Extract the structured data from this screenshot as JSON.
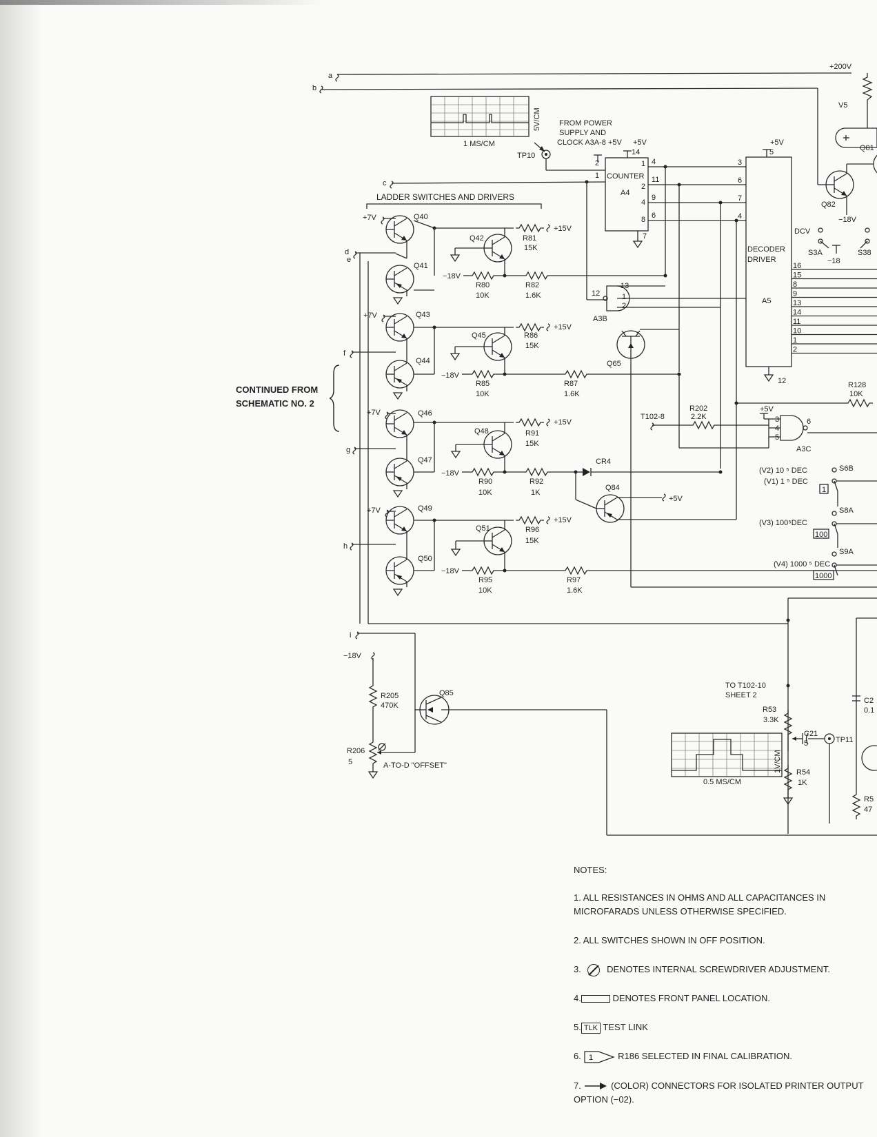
{
  "continued_from": [
    "CONTINUED FROM",
    "SCHEMATIC NO. 2"
  ],
  "section_title": "LADDER SWITCHES AND DRIVERS",
  "inputs": [
    "a",
    "b",
    "c",
    "d",
    "e",
    "f",
    "g",
    "h",
    "i"
  ],
  "scope1": {
    "scale_v": "5V/CM",
    "scale_t": "1 MS/CM",
    "point": "TP10"
  },
  "scope2": {
    "scale_v": "1V/CM",
    "scale_t": "0.5 MS/CM",
    "point": "TP11"
  },
  "from_power": [
    "FROM POWER",
    "SUPPLY AND",
    "CLOCK A3A-8 +5V"
  ],
  "counter": {
    "name": "COUNTER",
    "ref": "A4"
  },
  "decoder": {
    "name1": "DECODER",
    "name2": "DRIVER",
    "ref": "A5"
  },
  "decoder_pins": [
    "16",
    "15",
    "8",
    "9",
    "13",
    "14",
    "11",
    "10",
    "1",
    "2"
  ],
  "transistors": [
    "Q40",
    "Q41",
    "Q42",
    "Q43",
    "Q44",
    "Q45",
    "Q46",
    "Q47",
    "Q48",
    "Q49",
    "Q50",
    "Q51",
    "Q65",
    "Q84",
    "Q85",
    "Q82",
    "Q81"
  ],
  "resistors": {
    "R81": "15K",
    "R80": "10K",
    "R82": "1.6K",
    "R86": "15K",
    "R85": "10K",
    "R87": "1.6K",
    "R91": "15K",
    "R90": "10K",
    "R92": "1K",
    "R96": "15K",
    "R95": "10K",
    "R97": "1.6K",
    "R202": "2.2K",
    "R128": "10K",
    "R205": "470K",
    "R206": "5",
    "R53": "3.3K",
    "R54": "1K"
  },
  "supplies": {
    "p7": "+7V",
    "p15": "+15V",
    "m18": "−18V",
    "p5": "+5V",
    "p200": "+200V",
    "m18b": "−18"
  },
  "gates": {
    "a3b": "A3B",
    "a3c": "A3C"
  },
  "cr4": "CR4",
  "t102_8": "T102-8",
  "to_t102": [
    "TO T102-10",
    "SHEET 2"
  ],
  "offset_label": "A-TO-D \"OFFSET\"",
  "c21": {
    "ref": "C21",
    "val": "5"
  },
  "v5": "V5",
  "dcv": "DCV",
  "s3a": "S3A",
  "s38": "S38",
  "switches": [
    {
      "v": "(V2) 10 ⁵ DEC",
      "sw": "S6B"
    },
    {
      "v": "(V1) 1 ⁵ DEC",
      "box": "1"
    },
    {
      "v": "(V3) 100⁵DEC",
      "sw": "S8A",
      "box": "100"
    },
    {
      "v": "(V4) 1000 ⁵ DEC",
      "sw": "S9A",
      "box": "1000"
    }
  ],
  "notes": {
    "title": "NOTES:",
    "n1": "1.      ALL RESISTANCES IN OHMS AND ALL CAPACITANCES IN MICROFARADS UNLESS OTHERWISE SPECIFIED.",
    "n2": "2.     ALL SWITCHES SHOWN IN OFF POSITION.",
    "n3a": "3.",
    "n3b": "DENOTES INTERNAL SCREWDRIVER ADJUSTMENT.",
    "n4a": "4.",
    "n4b": "DENOTES FRONT PANEL LOCATION.",
    "n5a": "5.",
    "n5box": "TLK",
    "n5b": "TEST LINK",
    "n6a": "6.",
    "n6box": "1",
    "n6b": "R186 SELECTED IN FINAL CALIBRATION.",
    "n7a": "7.",
    "n7b": "(COLOR) CONNECTORS FOR ISOLATED PRINTER OUTPUT OPTION (−02)."
  }
}
